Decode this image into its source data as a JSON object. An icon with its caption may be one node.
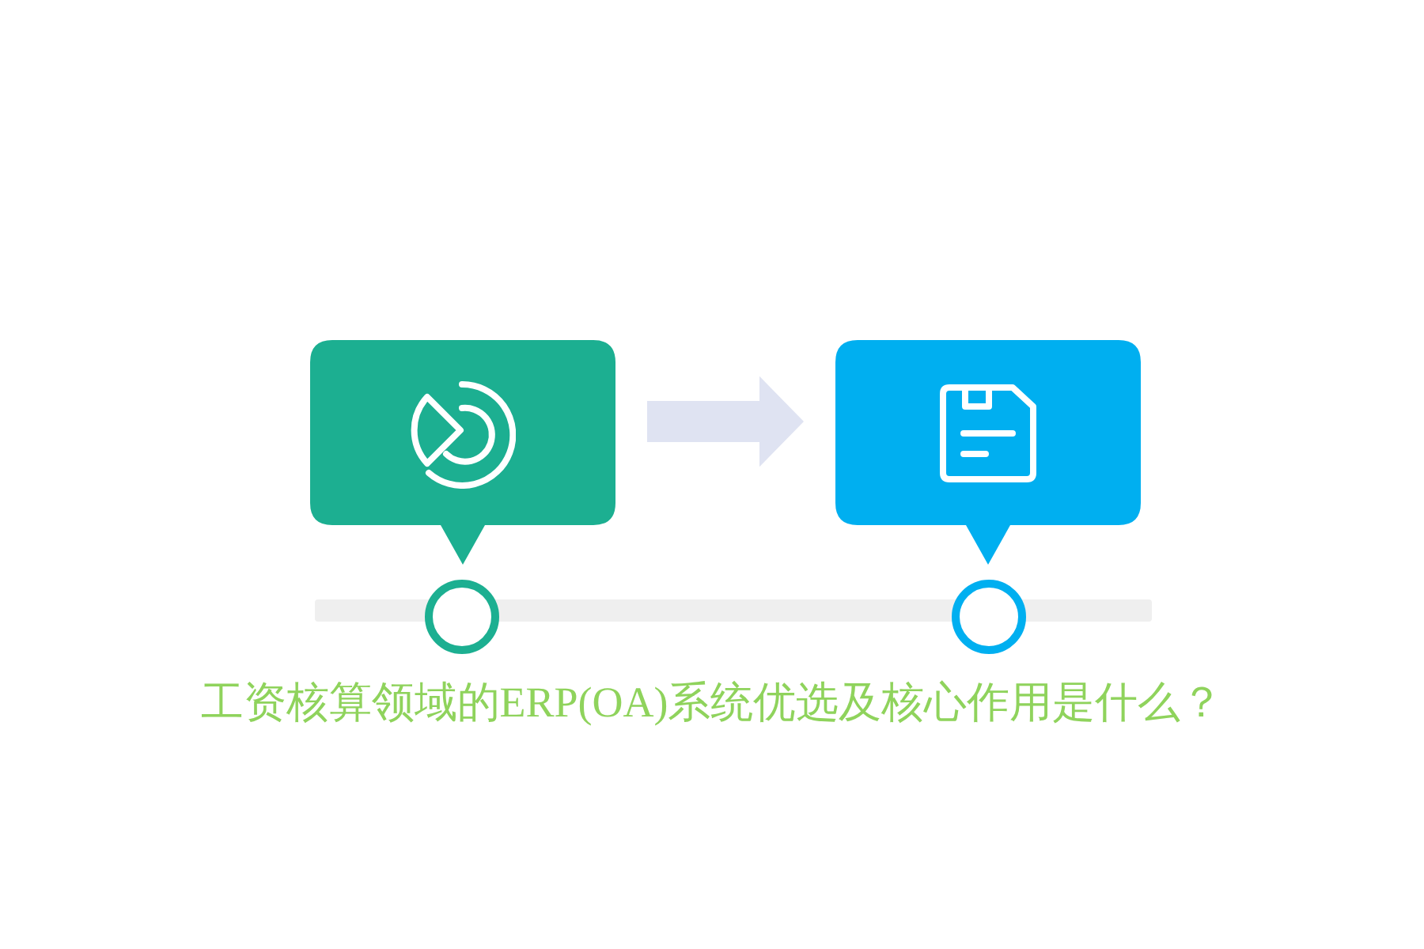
{
  "diagram": {
    "title": "工资核算领域的ERP(OA)系统优选及核心作用是什么？",
    "nodes": [
      {
        "text": [],
        "shape": "box"
      },
      {
        "text": [],
        "shape": "box"
      }
    ],
    "edges": [
      {
        "from": 0,
        "to": 1,
        "arrow": "to",
        "style": "thick",
        "color": "#dfe3f2"
      }
    ]
  }
}
